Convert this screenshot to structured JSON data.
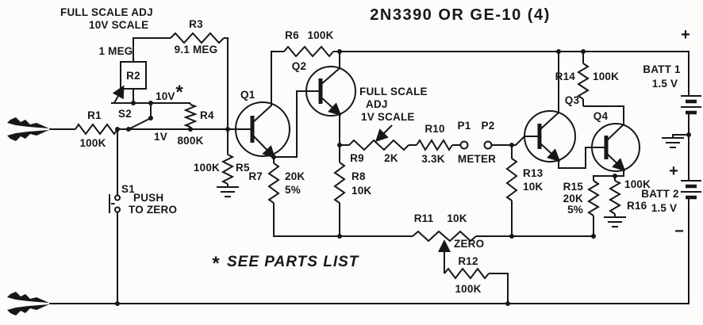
{
  "title": "2N3390 OR GE-10 (4)",
  "annotations": {
    "fs10_line1": "FULL SCALE ADJ",
    "fs10_line2": "10V SCALE",
    "fs1_line1": "FULL SCALE",
    "fs1_line2": "ADJ",
    "fs1_line3": "1V SCALE",
    "range_10v": "10V",
    "range_1v": "1V",
    "zero": "ZERO",
    "meter": "METER",
    "note_star": "*",
    "note_text": "SEE PARTS LIST"
  },
  "resistors": {
    "r1": {
      "name": "R1",
      "value": "100K"
    },
    "r2": {
      "name": "R2",
      "value": "1 MEG"
    },
    "r3": {
      "name": "R3",
      "value": "9.1 MEG"
    },
    "r4": {
      "name": "R4",
      "value": "800K",
      "star": "*"
    },
    "r5": {
      "name": "R5",
      "value": "100K"
    },
    "r6": {
      "name": "R6",
      "value": "100K"
    },
    "r7": {
      "name": "R7",
      "value": "20K",
      "tolerance": "5%"
    },
    "r8": {
      "name": "R8",
      "value": "10K"
    },
    "r9": {
      "name": "R9",
      "value": "2K"
    },
    "r10": {
      "name": "R10",
      "value": "3.3K"
    },
    "r11": {
      "name": "R11",
      "value": "10K"
    },
    "r12": {
      "name": "R12",
      "value": "100K"
    },
    "r13": {
      "name": "R13",
      "value": "10K"
    },
    "r14": {
      "name": "R14",
      "value": "100K"
    },
    "r15": {
      "name": "R15",
      "value": "20K",
      "tolerance": "5%"
    },
    "r16": {
      "name": "R16",
      "value": "100K"
    }
  },
  "transistors": {
    "q1": {
      "name": "Q1"
    },
    "q2": {
      "name": "Q2"
    },
    "q3": {
      "name": "Q3"
    },
    "q4": {
      "name": "Q4"
    }
  },
  "switches": {
    "s1": {
      "name": "S1",
      "label_line1": "PUSH",
      "label_line2": "TO ZERO"
    },
    "s2": {
      "name": "S2"
    }
  },
  "meter_terminals": {
    "p1": "P1",
    "p2": "P2"
  },
  "batteries": {
    "batt1": {
      "name": "BATT 1",
      "value": "1.5 V",
      "plus": "+"
    },
    "batt2": {
      "name": "BATT 2",
      "value": "1.5 V",
      "plus": "+",
      "minus": "−"
    }
  }
}
